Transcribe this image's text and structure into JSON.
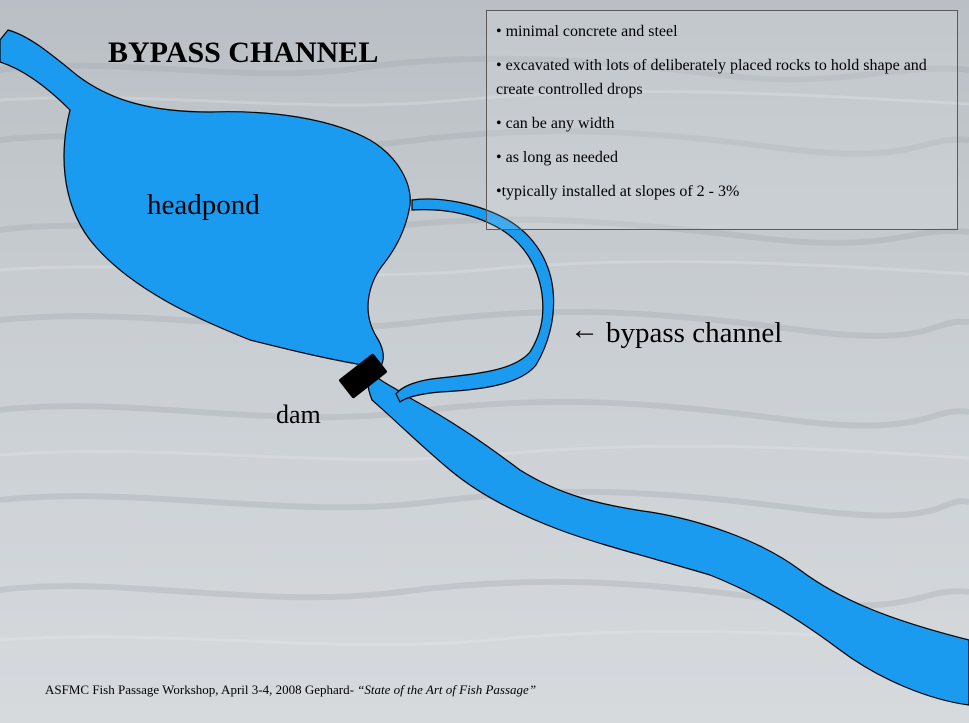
{
  "slide": {
    "title": "BYPASS CHANNEL",
    "colors": {
      "water": "#1a9bf0",
      "water_outline": "#000000",
      "dam": "#000000",
      "background": "#c7ccd0"
    },
    "labels": {
      "headpond": "headpond",
      "dam": "dam",
      "bypass_channel": "bypass channel",
      "bypass_arrow": "←"
    },
    "bullets": [
      "• minimal concrete and steel",
      "• excavated with lots of deliberately placed rocks to hold shape and create controlled drops",
      "• can be any width",
      "• as long as needed",
      "•typically installed at slopes of 2 - 3%"
    ],
    "footer": {
      "text": "ASFMC Fish Passage Workshop, April 3-4, 2008 Gephard- ",
      "cite": "“State of the Art of Fish Passage”"
    }
  }
}
